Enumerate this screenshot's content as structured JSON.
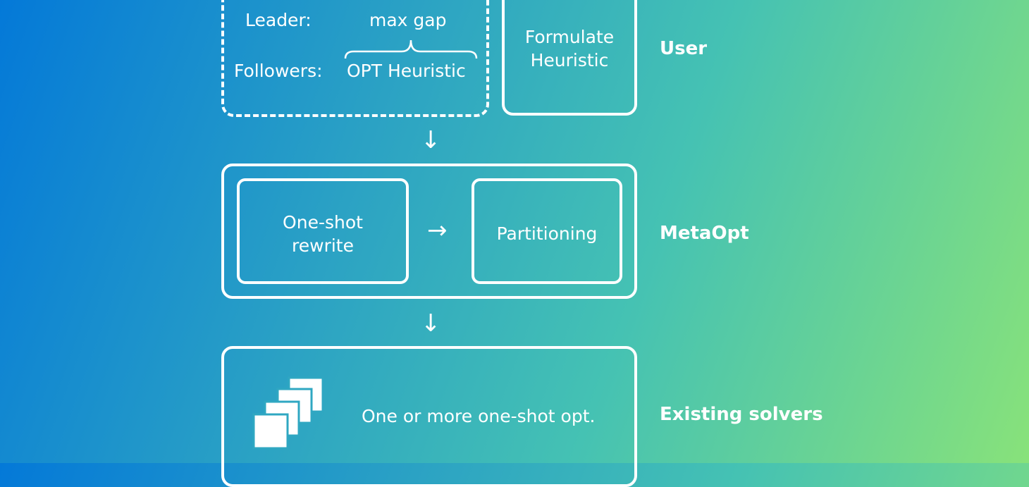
{
  "user_block": {
    "leader_label": "Leader:",
    "leader_value": "max gap",
    "followers_label": "Followers:",
    "followers_value": "OPT Heuristic",
    "formulate_line1": "Formulate",
    "formulate_line2": "Heuristic",
    "row_label": "User"
  },
  "metaopt_block": {
    "one_shot_line1": "One-shot",
    "one_shot_line2": "rewrite",
    "partitioning": "Partitioning",
    "row_label": "MetaOpt"
  },
  "solver_block": {
    "text": "One or more one-shot opt.",
    "row_label": "Existing solvers"
  },
  "arrows": {
    "down": "↓",
    "right": "→"
  }
}
